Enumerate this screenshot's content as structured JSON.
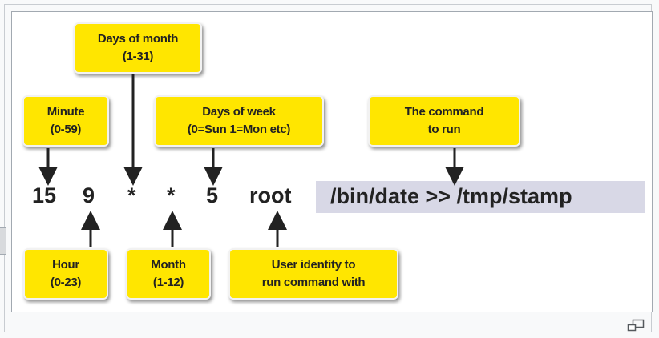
{
  "diagram": {
    "boxes": {
      "day_of_month": {
        "line1": "Days of month",
        "line2": "(1-31)"
      },
      "minute": {
        "line1": "Minute",
        "line2": "(0-59)"
      },
      "day_of_week": {
        "line1": "Days of week",
        "line2": "(0=Sun 1=Mon etc)"
      },
      "command": {
        "line1": "The command",
        "line2": "to run"
      },
      "hour": {
        "line1": "Hour",
        "line2": "(0-23)"
      },
      "month": {
        "line1": "Month",
        "line2": "(1-12)"
      },
      "user": {
        "line1": "User identity to",
        "line2": "run command with"
      }
    },
    "tokens": {
      "minute": "15",
      "hour": "9",
      "day_of_month": "*",
      "month": "*",
      "day_of_week": "5",
      "user": "root",
      "command": "/bin/date >> /tmp/stamp"
    },
    "colors": {
      "box_fill": "#ffe600",
      "command_highlight": "#d8d8e6",
      "arrow": "#222222"
    },
    "icons": {
      "expand": "expand-icon"
    }
  }
}
